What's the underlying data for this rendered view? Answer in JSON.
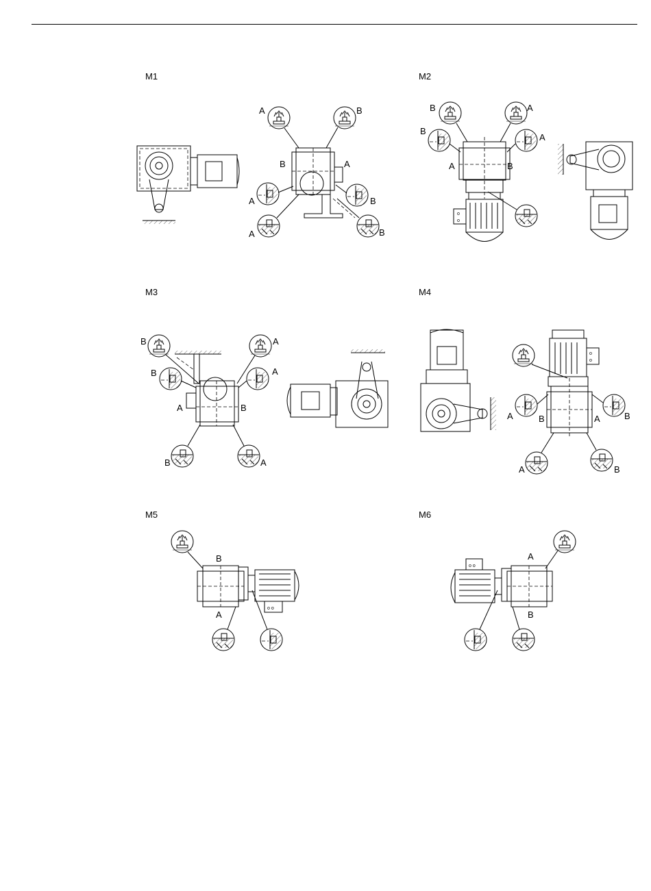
{
  "panels": [
    {
      "id": "M1",
      "label": "M1"
    },
    {
      "id": "M2",
      "label": "M2"
    },
    {
      "id": "M3",
      "label": "M3"
    },
    {
      "id": "M4",
      "label": "M4"
    },
    {
      "id": "M5",
      "label": "M5"
    },
    {
      "id": "M6",
      "label": "M6"
    }
  ],
  "callout_letters": {
    "a": "A",
    "b": "B"
  },
  "colors": {
    "line": "#000000",
    "background": "#ffffff"
  }
}
